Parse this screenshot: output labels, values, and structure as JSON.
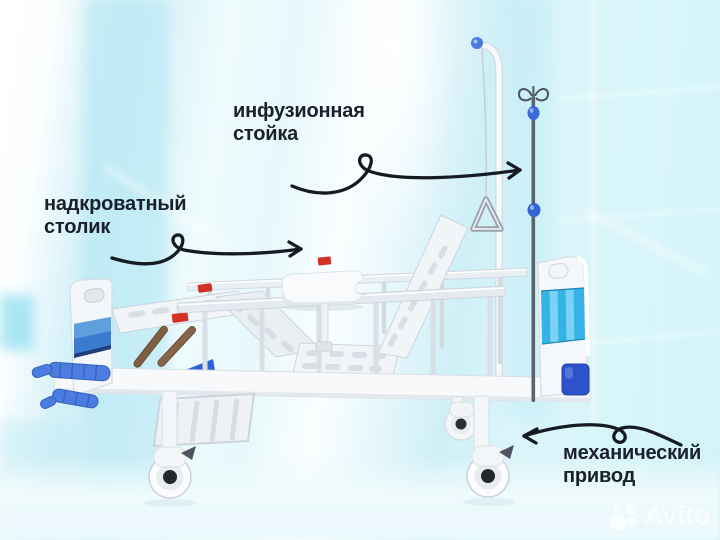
{
  "annotations": {
    "infusion_stand": {
      "line1": "инфузионная",
      "line2": "стойка"
    },
    "overbed_table": {
      "line1": "надкроватный",
      "line2": "столик"
    },
    "mechanical_drive": {
      "line1": "механический",
      "line2": "привод"
    }
  },
  "watermark": {
    "brand": "Avito"
  },
  "colors": {
    "label_text": "#1a202c",
    "arrow": "#151a23",
    "headboard_panel_blue": "#3a7bd0",
    "footboard_panel_cyan": "#35b2e6",
    "corner_cap_blue": "#2e52cc",
    "crank_blue": "#4c7ee2",
    "warning_sticker_red": "#d23127",
    "iv_pole_gray": "#5c646e",
    "watermark_white": "rgba(255,255,255,0.62)"
  }
}
